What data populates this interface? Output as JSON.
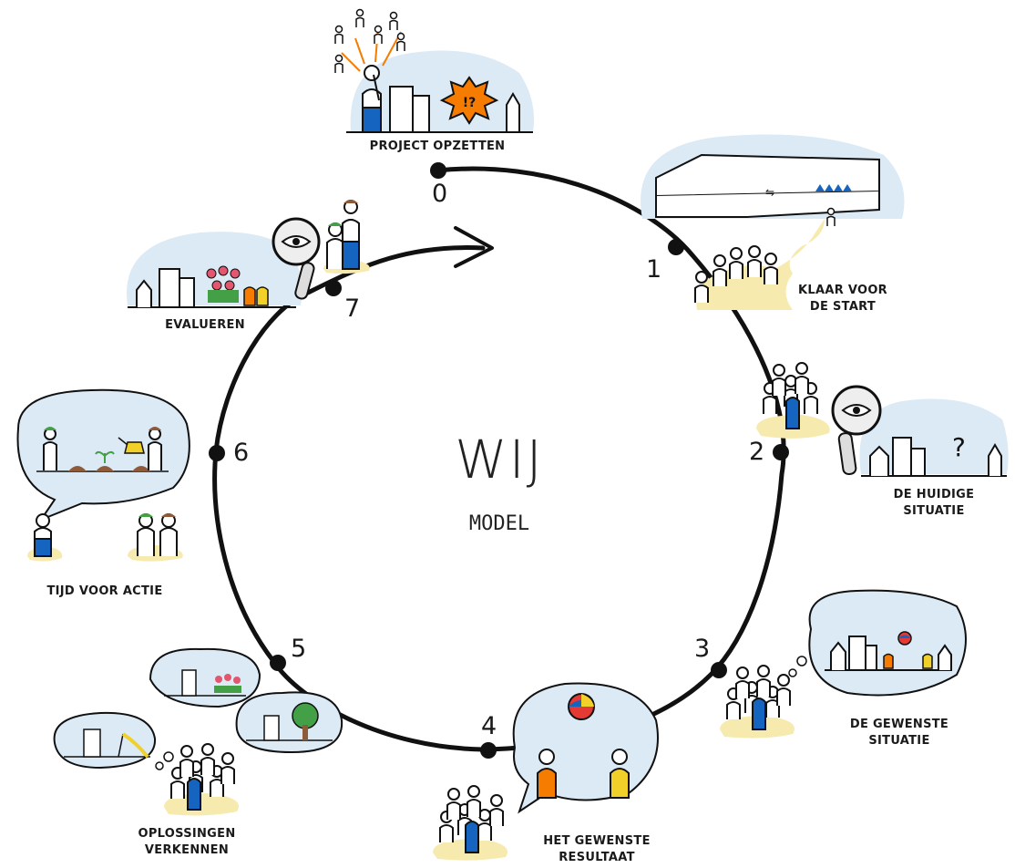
{
  "title": "WIJ",
  "subtitle": "MODEL",
  "colors": {
    "ink": "#111111",
    "sky": "#dbeaf5",
    "sand": "#f6eaae",
    "blue": "#1565c0",
    "orange": "#f57c00",
    "yellow": "#f2d02a",
    "green": "#43a047",
    "brown": "#8d5a3a",
    "pink": "#e3566f"
  },
  "steps": [
    {
      "number": "0",
      "label": "PROJECT OPZETTEN"
    },
    {
      "number": "1",
      "label": "KLAAR VOOR DE START",
      "line1": "KLAAR VOOR",
      "line2": "DE START"
    },
    {
      "number": "2",
      "label": "DE HUIDIGE SITUATIE",
      "line1": "DE HUIDIGE",
      "line2": "SITUATIE"
    },
    {
      "number": "3",
      "label": "DE GEWENSTE SITUATIE",
      "line1": "DE GEWENSTE",
      "line2": "SITUATIE"
    },
    {
      "number": "4",
      "label": "HET GEWENSTE RESULTAAT",
      "line1": "HET GEWENSTE",
      "line2": "RESULTAAT"
    },
    {
      "number": "5",
      "label": "OPLOSSINGEN VERKENNEN",
      "line1": "OPLOSSINGEN",
      "line2": "VERKENNEN"
    },
    {
      "number": "6",
      "label": "TIJD VOOR ACTIE"
    },
    {
      "number": "7",
      "label": "EVALUEREN"
    }
  ],
  "icons": {
    "station": "station-building-icon",
    "magnifier": "magnifying-glass-eye-icon",
    "question": "question-mark-icon",
    "ball": "beach-ball-icon",
    "watering_can": "watering-can-icon",
    "tree": "tree-icon",
    "tulips": "tulips-icon",
    "slide": "playground-slide-icon",
    "alert": "exclamation-burst-icon"
  },
  "ns_logo": "⇋"
}
